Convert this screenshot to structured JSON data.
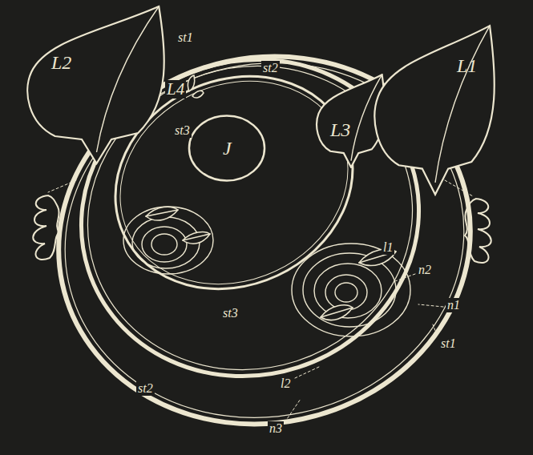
{
  "diagram": {
    "nodes": [
      {
        "text": [
          "L2"
        ]
      },
      {
        "text": [
          "L3"
        ]
      },
      {
        "text": [
          "L1"
        ]
      },
      {
        "text": [
          "J"
        ]
      }
    ],
    "labels": [
      "st1",
      "st2",
      "L4",
      "st3",
      "l1",
      "n2",
      "n1",
      "st3",
      "st1",
      "l2",
      "n3",
      "st2"
    ]
  }
}
